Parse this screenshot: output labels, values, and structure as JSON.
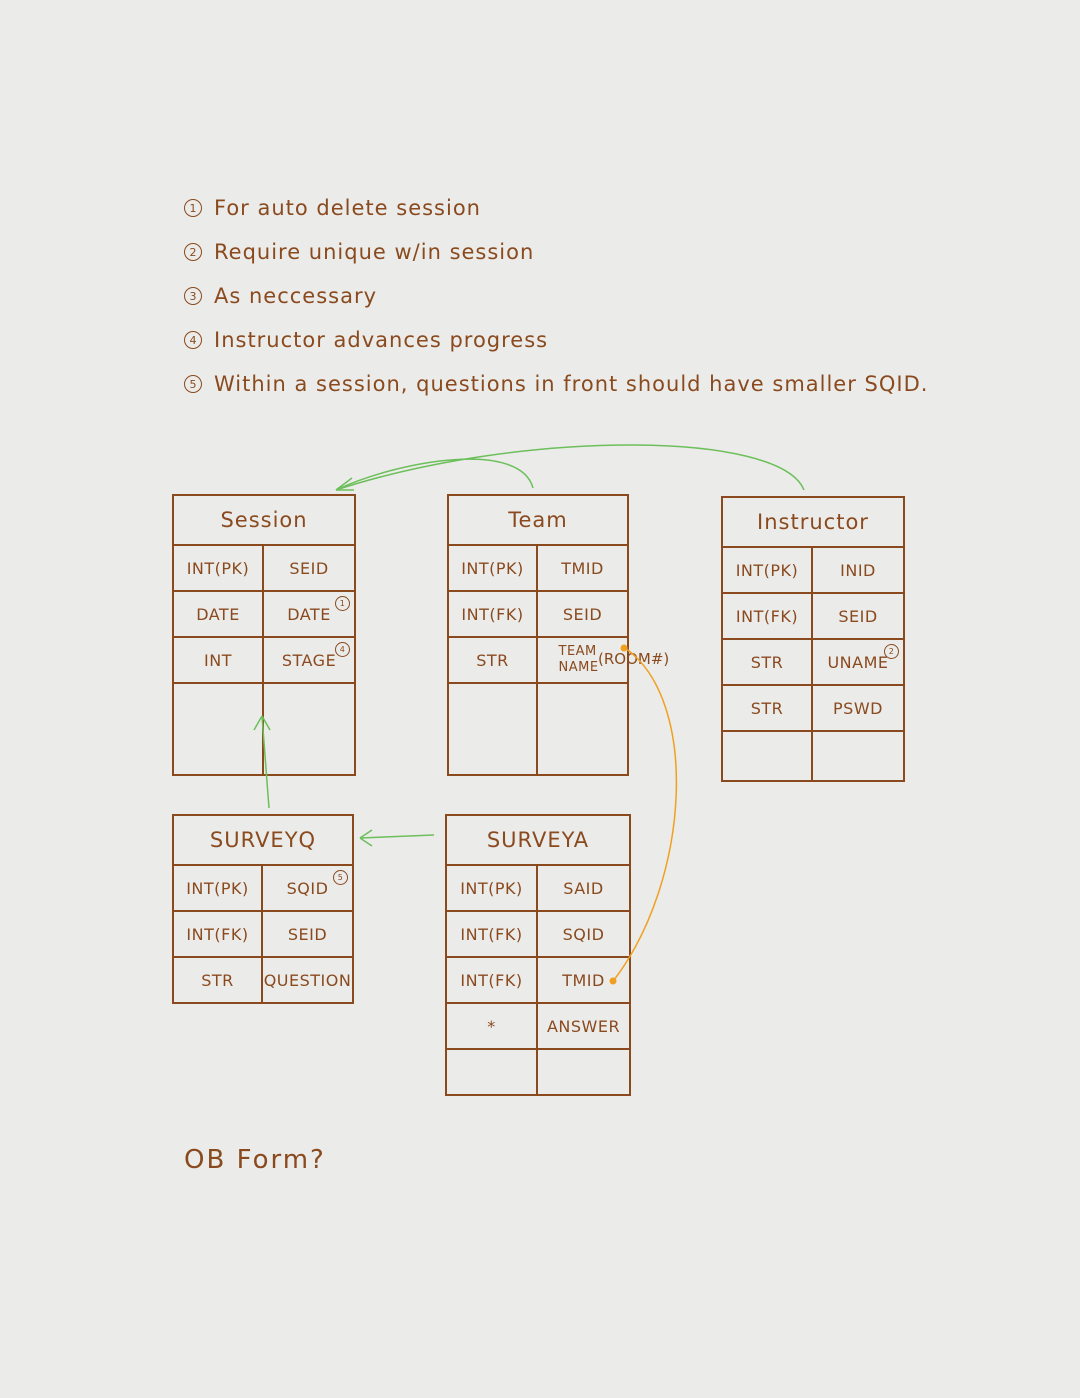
{
  "notes": [
    {
      "num": "1",
      "text": "For auto delete session"
    },
    {
      "num": "2",
      "text": "Require unique w/in session"
    },
    {
      "num": "3",
      "text": "As neccessary"
    },
    {
      "num": "4",
      "text": "Instructor advances progress"
    },
    {
      "num": "5",
      "text": "Within a session, questions in front should have smaller SQID."
    }
  ],
  "tables": {
    "session": {
      "title": "Session",
      "rows": [
        {
          "type": "INT(PK)",
          "field": "SEID",
          "mark": ""
        },
        {
          "type": "DATE",
          "field": "DATE",
          "mark": "1"
        },
        {
          "type": "INT",
          "field": "STAGE",
          "mark": "4"
        }
      ]
    },
    "team": {
      "title": "Team",
      "rows": [
        {
          "type": "INT(PK)",
          "field": "TMID",
          "mark": ""
        },
        {
          "type": "INT(FK)",
          "field": "SEID",
          "mark": ""
        },
        {
          "type": "STR",
          "field": "TEAM NAME",
          "mark": ""
        }
      ],
      "extra": "(ROOM#)"
    },
    "instructor": {
      "title": "Instructor",
      "rows": [
        {
          "type": "INT(PK)",
          "field": "INID",
          "mark": ""
        },
        {
          "type": "INT(FK)",
          "field": "SEID",
          "mark": ""
        },
        {
          "type": "STR",
          "field": "UNAME",
          "mark": "2"
        },
        {
          "type": "STR",
          "field": "PSWD",
          "mark": ""
        }
      ]
    },
    "surveyq": {
      "title": "SURVEYQ",
      "rows": [
        {
          "type": "INT(PK)",
          "field": "SQID",
          "mark": "5"
        },
        {
          "type": "INT(FK)",
          "field": "SEID",
          "mark": ""
        },
        {
          "type": "STR",
          "field": "QUESTION",
          "mark": ""
        }
      ]
    },
    "surveya": {
      "title": "SURVEYA",
      "rows": [
        {
          "type": "INT(PK)",
          "field": "SAID",
          "mark": ""
        },
        {
          "type": "INT(FK)",
          "field": "SQID",
          "mark": ""
        },
        {
          "type": "INT(FK)",
          "field": "TMID",
          "mark": ""
        },
        {
          "type": "*",
          "field": "ANSWER",
          "mark": ""
        }
      ]
    }
  },
  "footer": "OB Form?",
  "colors": {
    "ink": "#8a4a1e",
    "fk_arrow": "#6cbf5a",
    "team_link": "#f0a020",
    "paper": "#ebebea"
  }
}
